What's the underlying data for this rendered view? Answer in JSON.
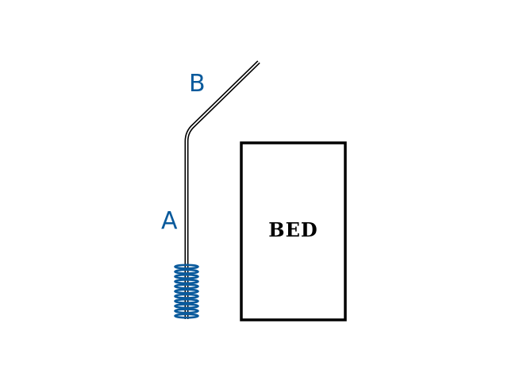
{
  "labels": {
    "segment_a": "A",
    "segment_b": "B",
    "bed": "BED"
  },
  "colors": {
    "label": "#0a5a9c",
    "coil": "#0a5a9c",
    "wire": "#000000",
    "bed_outline": "#000000"
  },
  "icons": {
    "coil": "spring-coil-icon"
  }
}
